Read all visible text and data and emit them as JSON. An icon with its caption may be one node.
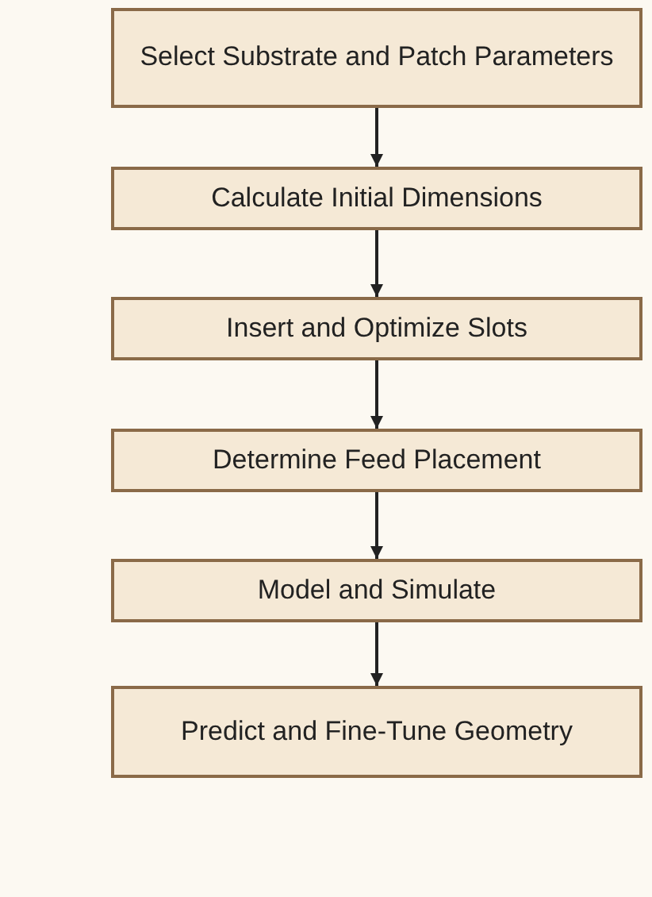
{
  "diagram": {
    "nodes": [
      {
        "text": [
          "Select Substrate and Patch Parameters"
        ]
      },
      {
        "text": [
          "Calculate Initial Dimensions"
        ]
      },
      {
        "text": [
          "Insert and Optimize Slots"
        ]
      },
      {
        "text": [
          "Determine Feed Placement"
        ]
      },
      {
        "text": [
          "Model and Simulate"
        ]
      },
      {
        "text": [
          "Predict and Fine-Tune Geometry"
        ]
      }
    ],
    "edges": [
      {
        "from": 0,
        "to": 1,
        "arrow": "to"
      },
      {
        "from": 1,
        "to": 2,
        "arrow": "to"
      },
      {
        "from": 2,
        "to": 3,
        "arrow": "to"
      },
      {
        "from": 3,
        "to": 4,
        "arrow": "to"
      },
      {
        "from": 4,
        "to": 5,
        "arrow": "to"
      }
    ]
  }
}
